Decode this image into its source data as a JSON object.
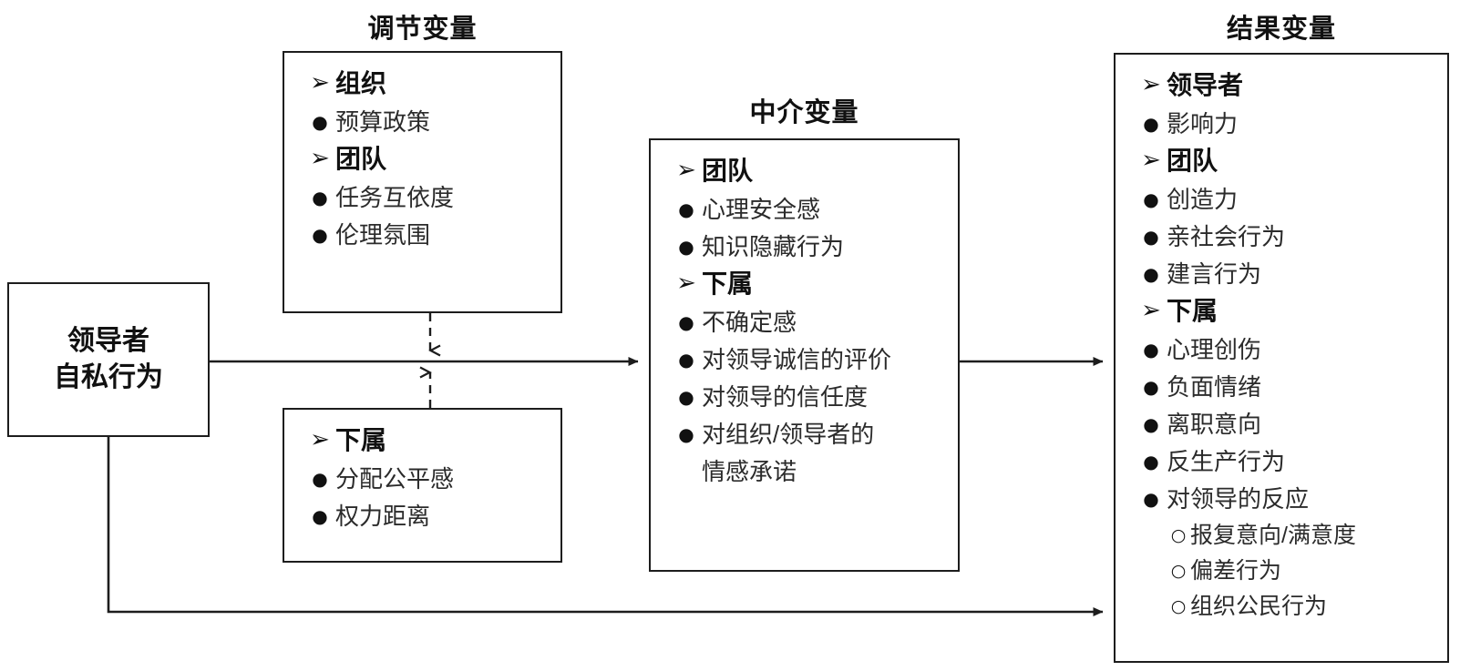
{
  "diagram": {
    "title_moderator": "调节变量",
    "title_mediator": "中介变量",
    "title_outcome": "结果变量",
    "markers": {
      "heading": "➢",
      "bullet": "●",
      "sub_bullet": "○"
    },
    "colors": {
      "stroke": "#1d1d1d",
      "heading_text": "#111111",
      "body_text": "#2b2b2b",
      "background": "#ffffff"
    },
    "source": {
      "line1": "领导者",
      "line2": "自私行为"
    },
    "moderator_top": [
      {
        "kind": "heading",
        "label": "组织"
      },
      {
        "kind": "bullet",
        "label": "预算政策"
      },
      {
        "kind": "heading",
        "label": "团队"
      },
      {
        "kind": "bullet",
        "label": "任务互依度"
      },
      {
        "kind": "bullet",
        "label": "伦理氛围"
      }
    ],
    "moderator_bottom": [
      {
        "kind": "heading",
        "label": "下属"
      },
      {
        "kind": "bullet",
        "label": "分配公平感"
      },
      {
        "kind": "bullet",
        "label": "权力距离"
      }
    ],
    "mediator": [
      {
        "kind": "heading",
        "label": "团队"
      },
      {
        "kind": "bullet",
        "label": "心理安全感"
      },
      {
        "kind": "bullet",
        "label": "知识隐藏行为"
      },
      {
        "kind": "heading",
        "label": "下属"
      },
      {
        "kind": "bullet",
        "label": "不确定感"
      },
      {
        "kind": "bullet",
        "label": "对领导诚信的评价"
      },
      {
        "kind": "bullet",
        "label": "对领导的信任度"
      },
      {
        "kind": "bullet",
        "label": "对组织/领导者的"
      },
      {
        "kind": "cont",
        "label": "情感承诺"
      }
    ],
    "outcome": [
      {
        "kind": "heading",
        "label": "领导者"
      },
      {
        "kind": "bullet",
        "label": "影响力"
      },
      {
        "kind": "heading",
        "label": "团队"
      },
      {
        "kind": "bullet",
        "label": "创造力"
      },
      {
        "kind": "bullet",
        "label": "亲社会行为"
      },
      {
        "kind": "bullet",
        "label": "建言行为"
      },
      {
        "kind": "heading",
        "label": "下属"
      },
      {
        "kind": "bullet",
        "label": "心理创伤"
      },
      {
        "kind": "bullet",
        "label": "负面情绪"
      },
      {
        "kind": "bullet",
        "label": "离职意向"
      },
      {
        "kind": "bullet",
        "label": "反生产行为"
      },
      {
        "kind": "bullet",
        "label": "对领导的反应"
      },
      {
        "kind": "sub",
        "label": "报复意向/满意度"
      },
      {
        "kind": "sub",
        "label": "偏差行为"
      },
      {
        "kind": "sub",
        "label": "组织公民行为"
      }
    ],
    "connectors": [
      {
        "name": "source-to-mediator",
        "style": "solid",
        "arrow": "filled"
      },
      {
        "name": "mediator-to-outcome",
        "style": "solid",
        "arrow": "filled"
      },
      {
        "name": "source-to-outcome-direct",
        "style": "solid",
        "arrow": "filled"
      },
      {
        "name": "moderator-top-to-path",
        "style": "dashed",
        "arrow": "open"
      },
      {
        "name": "moderator-bottom-to-path",
        "style": "dashed",
        "arrow": "open"
      }
    ]
  }
}
